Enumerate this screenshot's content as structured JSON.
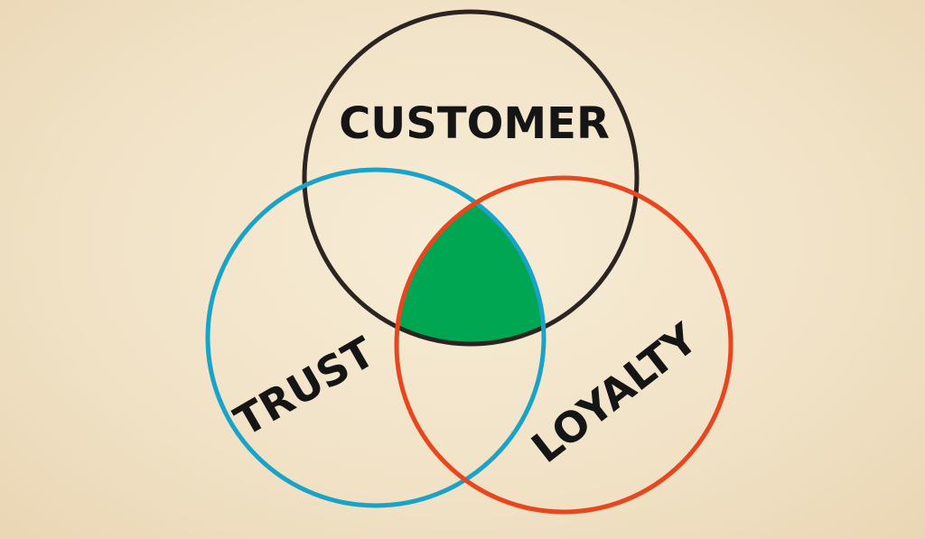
{
  "diagram": {
    "sets": [
      {
        "name": "CUSTOMER",
        "color": "#2a2522"
      },
      {
        "name": "TRUST",
        "color": "#1aa3c8"
      },
      {
        "name": "LOYALTY",
        "color": "#e8461e"
      }
    ],
    "intersection_color": "#00a651"
  }
}
